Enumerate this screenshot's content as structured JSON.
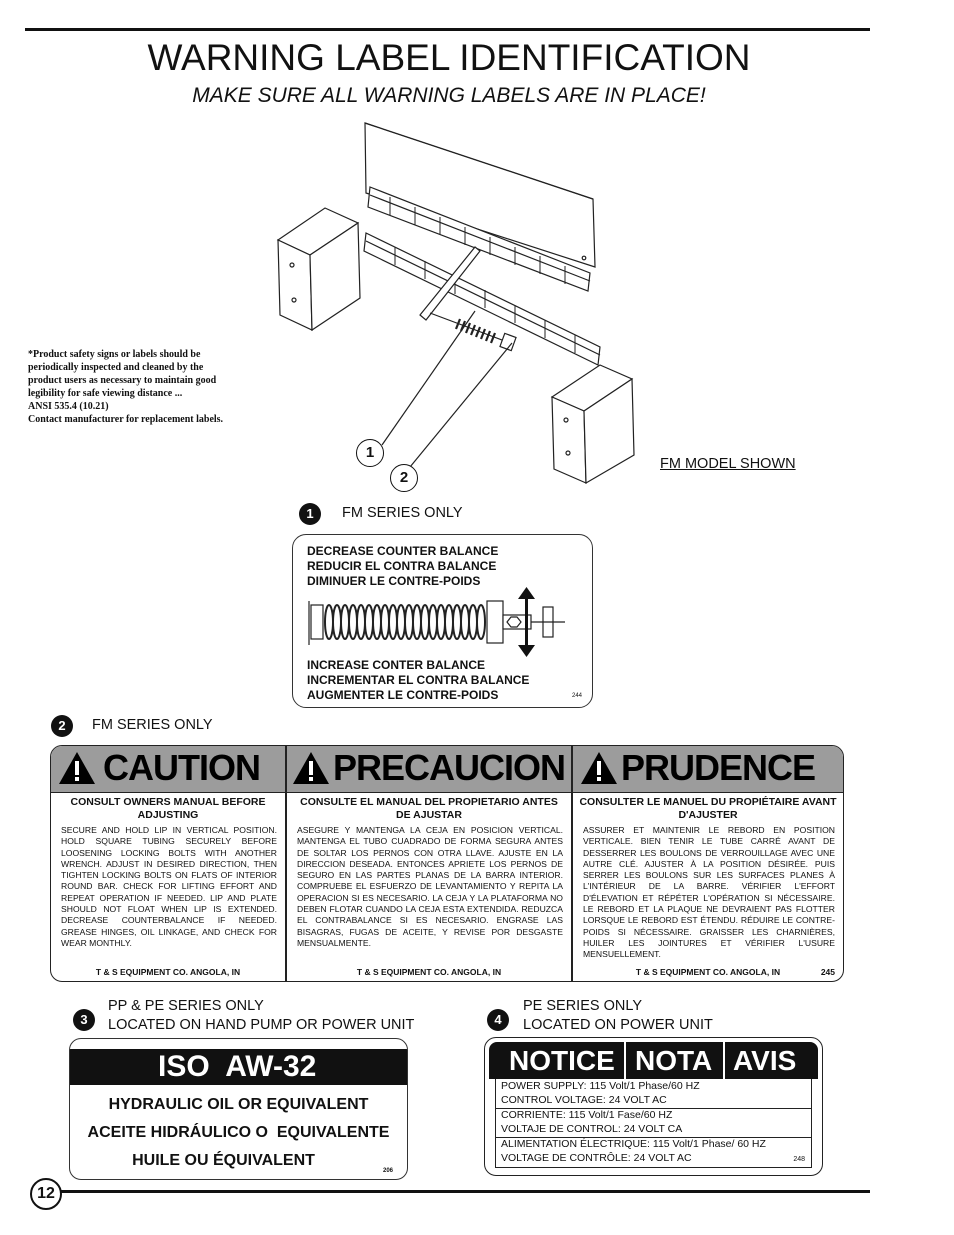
{
  "header": {
    "title": "WARNING LABEL IDENTIFICATION",
    "subtitle": "MAKE SURE ALL WARNING LABELS ARE IN PLACE!"
  },
  "safety_note": [
    "*Product safety signs or labels should be",
    "periodically inspected and cleaned by the",
    "product users as necessary to maintain good",
    "legibility for safe viewing distance ...",
    "ANSI 535.4 (10.21)",
    "Contact manufacturer for replacement labels."
  ],
  "figure": {
    "callout_1": "1",
    "callout_2": "2",
    "caption": "FM MODEL SHOWN"
  },
  "label1": {
    "number": "1",
    "series": "FM SERIES ONLY",
    "decrease": [
      "DECREASE COUNTER BALANCE",
      "REDUCIR EL CONTRA BALANCE",
      "DIMINUER LE CONTRE-POIDS"
    ],
    "increase": [
      "INCREASE CONTER BALANCE",
      "INCREMENTAR EL CONTRA BALANCE",
      "AUGMENTER LE CONTRE-POIDS"
    ],
    "code": "244"
  },
  "label2": {
    "number": "2",
    "series": "FM SERIES ONLY",
    "code": "245",
    "columns": [
      {
        "heading_word": "CAUTION",
        "title": "CONSULT OWNERS MANUAL BEFORE ADJUSTING",
        "body": "SECURE AND HOLD LIP IN VERTICAL POSITION. HOLD SQUARE TUBING SECURELY BEFORE LOOSENING LOCKING BOLTS WITH ANOTHER WRENCH. ADJUST IN DESIRED DIRECTION, THEN TIGHTEN LOCKING BOLTS ON FLATS OF INTERIOR ROUND BAR. CHECK FOR LIFTING EFFORT AND REPEAT OPERATION IF NEEDED. LIP AND PLATE SHOULD NOT FLOAT WHEN LIP IS EXTENDED. DECREASE COUNTERBALANCE IF NEEDED. GREASE HINGES, OIL LINKAGE, AND CHECK FOR WEAR MONTHLY.",
        "footer": "T & S EQUIPMENT CO. ANGOLA, IN"
      },
      {
        "heading_word": "PRECAUCION",
        "title": "CONSULTE EL MANUAL DEL PROPIETARIO ANTES DE AJUSTAR",
        "body": "ASEGURE Y MANTENGA LA CEJA EN POSICION VERTICAL. MANTENGA EL TUBO CUADRADO DE FORMA SEGURA ANTES DE SOLTAR LOS PERNOS CON OTRA LLAVE. AJUSTE EN LA DIRECCION DESEADA. ENTONCES APRIETE LOS PERNOS DE SEGURO EN LAS PARTES PLANAS DE LA BARRA INTERIOR. COMPRUEBE EL ESFUERZO DE LEVANTAMIENTO Y REPITA LA OPERACION SI ES NECESARIO. LA CEJA Y LA PLATAFORMA NO DEBEN FLOTAR CUANDO LA CEJA ESTA EXTENDIDA. REDUZCA EL CONTRABALANCE SI ES NECESARIO. ENGRASE LAS BISAGRAS, FUGAS DE ACEITE, Y REVISE POR DESGASTE MENSUALMENTE.",
        "footer": "T & S EQUIPMENT CO. ANGOLA, IN"
      },
      {
        "heading_word": "PRUDENCE",
        "title": "CONSULTER LE MANUEL DU PROPIÉTAIRE AVANT D'AJUSTER",
        "body": "ASSURER ET MAINTENIR LE REBORD EN POSITION VERTICALE. BIEN TENIR LE TUBE CARRÉ AVANT DE DESSERRER LES BOULONS DE VERROUILLAGE AVEC UNE AUTRE CLÉ. AJUSTER À LA POSITION DÉSIRÉE. PUIS SERRER LES BOULONS SUR LES SURFACES PLANES À L'INTÉRIEUR DE LA BARRE. VÉRIFIER L'EFFORT D'ÉLEVATION ET RÉPÉTER L'OPÉRATION SI NÉCESSAIRE. LE REBORD ET LA PLAQUE NE DEVRAIENT PAS FLOTTER LORSQUE LE REBORD EST ÉTENDU. RÉDUIRE LE CONTRE-POIDS SI NÉCESSAIRE. GRAISSER LES CHARNIÈRES, HUILER LES JOINTURES ET VÉRIFIER L'USURE MENSUELLEMENT.",
        "footer": "T & S EQUIPMENT CO. ANGOLA, IN"
      }
    ]
  },
  "label3": {
    "number": "3",
    "line1": "PP & PE SERIES ONLY",
    "line2": "LOCATED ON HAND PUMP OR POWER UNIT",
    "header": "ISO  AW-32",
    "lines": [
      "HYDRAULIC OIL OR EQUIVALENT",
      "ACEITE HIDRÁULICO O  EQUIVALENTE",
      "HUILE OU ÉQUIVALENT"
    ],
    "code": "206"
  },
  "label4": {
    "number": "4",
    "line1": "PE SERIES ONLY",
    "line2": "LOCATED ON POWER UNIT",
    "header_words": [
      "NOTICE",
      "NOTA",
      "AVIS"
    ],
    "lines": [
      "POWER SUPPLY: 115 Volt/1 Phase/60 HZ",
      "CONTROL VOLTAGE: 24 VOLT AC",
      "CORRIENTE: 115 Volt/1 Fase/60 HZ",
      "VOLTAJE DE CONTROL: 24 VOLT CA",
      "ALIMENTATION ÉLECTRIQUE: 115 Volt/1 Phase/ 60 HZ",
      "VOLTAGE DE CONTRÔLE: 24 VOLT AC"
    ],
    "code": "248"
  },
  "footer": {
    "page_number": "12"
  }
}
